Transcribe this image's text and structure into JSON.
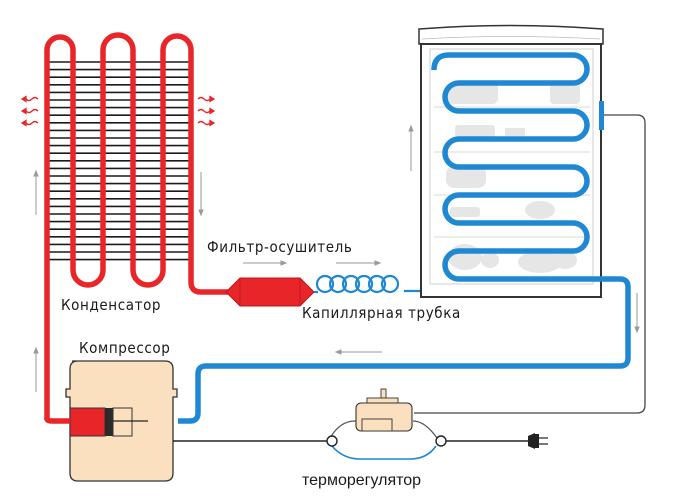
{
  "diagram": {
    "title": "Refrigerator refrigeration cycle",
    "labels": {
      "condenser": "Конденсатор",
      "filter_drier": "Фильтр-осушитель",
      "capillary_tube": "Капиллярная трубка",
      "compressor": "Компрессор",
      "thermostat": "терморегулятор"
    },
    "colors": {
      "hot_line": "#e8262a",
      "cold_line": "#1e88d2",
      "compressor_body": "#fbe0c0",
      "fin": "#1a1a1a",
      "wire": "#222222",
      "flow_arrow": "#9a9a9a",
      "fridge_outline": "#333333"
    },
    "components": [
      {
        "id": "condenser",
        "role": "releases heat",
        "heat_direction": "outward"
      },
      {
        "id": "filter_drier",
        "role": "filters and dries refrigerant"
      },
      {
        "id": "capillary_tube",
        "role": "throttles refrigerant"
      },
      {
        "id": "evaporator",
        "role": "absorbs heat inside fridge"
      },
      {
        "id": "compressor",
        "role": "compresses refrigerant"
      },
      {
        "id": "thermostat",
        "role": "switches compressor power"
      },
      {
        "id": "power_plug",
        "role": "power supply"
      }
    ]
  }
}
